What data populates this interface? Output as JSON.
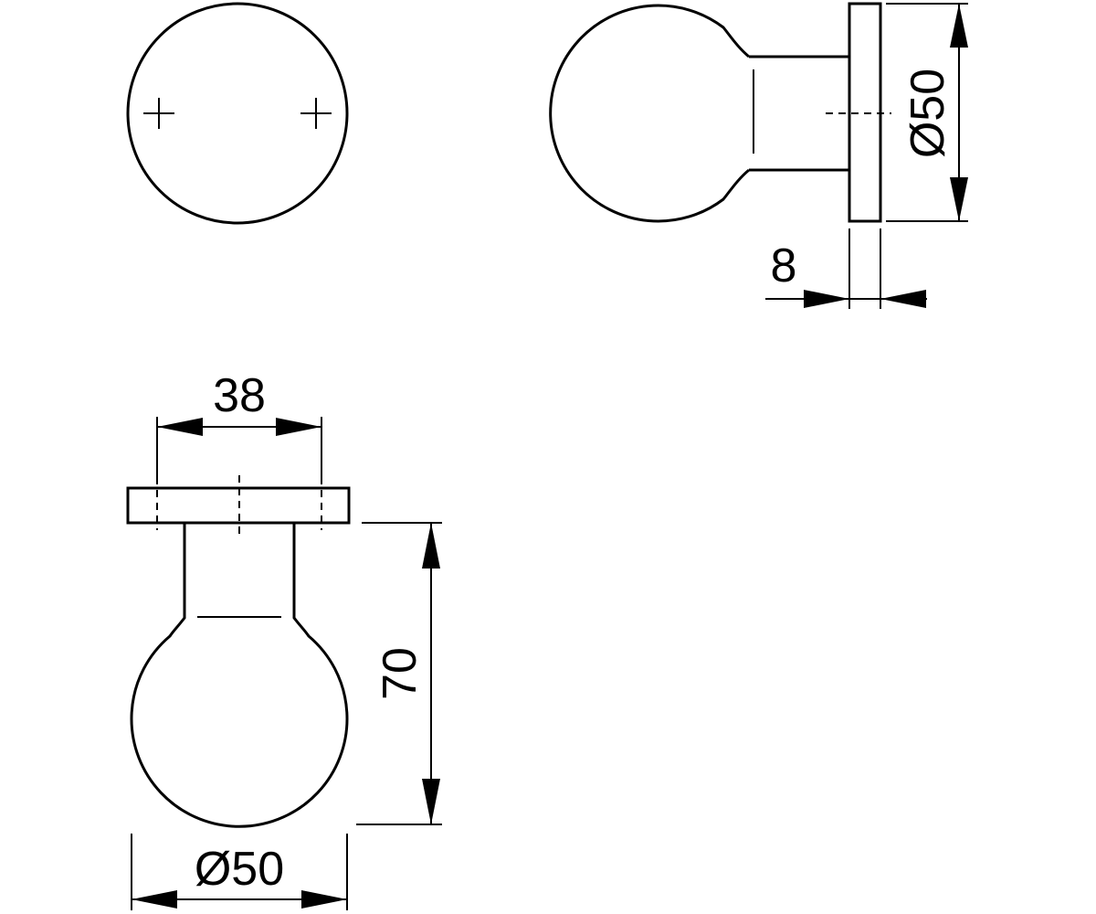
{
  "drawing": {
    "dimensions": {
      "rosette_diameter": "Ø50",
      "rosette_thickness": "8",
      "fixing_hole_spacing": "38",
      "knob_projection": "70",
      "knob_diameter": "Ø50"
    }
  },
  "colors": {
    "line": "#000000",
    "background": "#ffffff"
  }
}
